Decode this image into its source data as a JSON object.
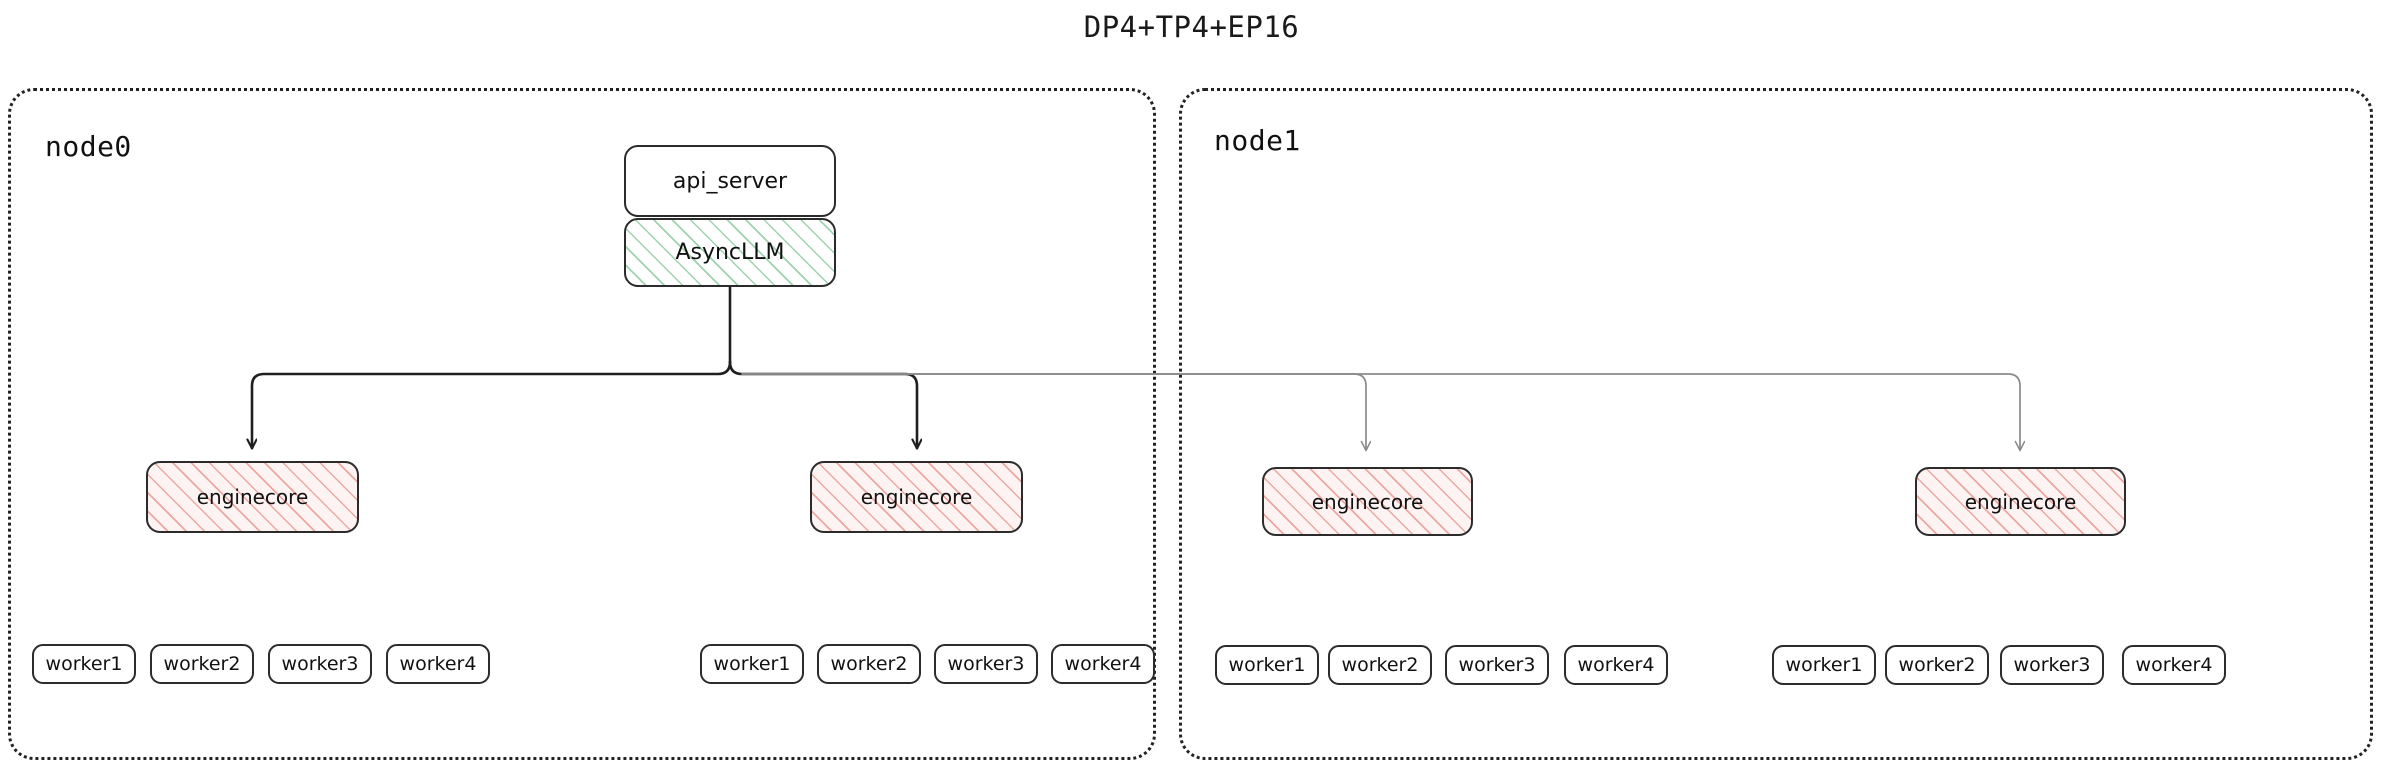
{
  "title": "DP4+TP4+EP16",
  "diagram": {
    "type": "deployment-topology",
    "colors": {
      "background": "#ffffff",
      "node_border": "#222222",
      "box_border": "#2b2b2b",
      "async_llm_hatch": "#4caf6e",
      "enginecore_hatch": "#e27a6e",
      "enginecore_fill": "#fdf3f2",
      "arrow_primary": "#1f1f1f",
      "arrow_secondary": "#8a8a8a"
    },
    "nodes": [
      {
        "id": "node0",
        "label": "node0",
        "frontend": {
          "api_server": "api_server",
          "async_llm": "AsyncLLM"
        },
        "engines": [
          {
            "label": "enginecore",
            "workers": [
              "worker1",
              "worker2",
              "worker3",
              "worker4"
            ]
          },
          {
            "label": "enginecore",
            "workers": [
              "worker1",
              "worker2",
              "worker3",
              "worker4"
            ]
          }
        ]
      },
      {
        "id": "node1",
        "label": "node1",
        "engines": [
          {
            "label": "enginecore",
            "workers": [
              "worker1",
              "worker2",
              "worker3",
              "worker4"
            ]
          },
          {
            "label": "enginecore",
            "workers": [
              "worker1",
              "worker2",
              "worker3",
              "worker4"
            ]
          }
        ]
      }
    ]
  }
}
